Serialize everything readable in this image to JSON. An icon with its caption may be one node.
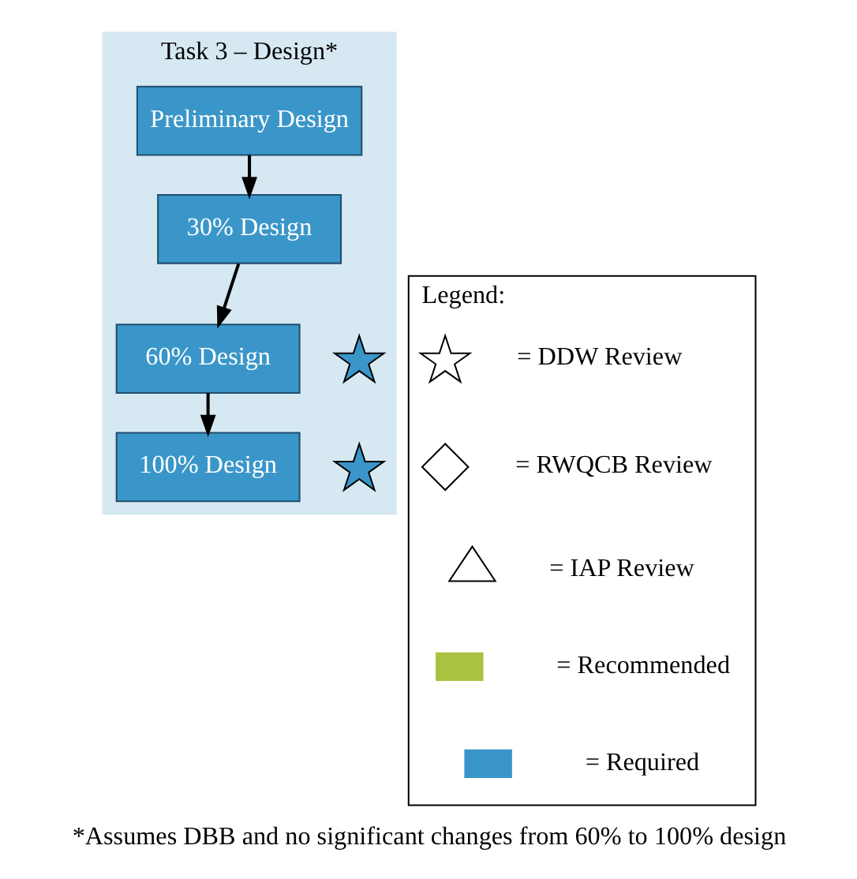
{
  "diagram": {
    "caption": "*Assumes DBB and no significant changes from 60% to 100% design",
    "nodes": [
      {
        "text": [
          "Task 3 – Design*"
        ]
      },
      {
        "text": [
          "Preliminary Design"
        ],
        "in": 0
      },
      {
        "text": [
          "30% Design"
        ],
        "in": 0
      },
      {
        "text": [
          "60% Design"
        ],
        "in": 0
      },
      {
        "text": [
          "100% Design"
        ],
        "in": 0
      },
      {
        "text": [],
        "shape": "star",
        "in": 0
      },
      {
        "text": [],
        "shape": "star",
        "in": 0
      },
      {
        "text": [
          "Legend:"
        ]
      },
      {
        "text": [],
        "shape": "star",
        "in": 7
      },
      {
        "text": [],
        "shape": "diamond",
        "in": 7
      },
      {
        "text": [],
        "shape": "triangle",
        "in": 7
      }
    ],
    "edges": [
      {
        "from": 1,
        "to": 2,
        "arrow": "to"
      },
      {
        "from": 2,
        "to": 3,
        "arrow": "to"
      },
      {
        "from": 3,
        "to": 4,
        "arrow": "to"
      }
    ],
    "legend": [
      {
        "text": "= DDW Review"
      },
      {
        "text": "= RWQCB Review"
      },
      {
        "text": "= IAP Review"
      },
      {
        "text": "= Recommended",
        "color": "#a9c23f"
      },
      {
        "text": "= Required",
        "color": "#3a96c9"
      }
    ]
  }
}
